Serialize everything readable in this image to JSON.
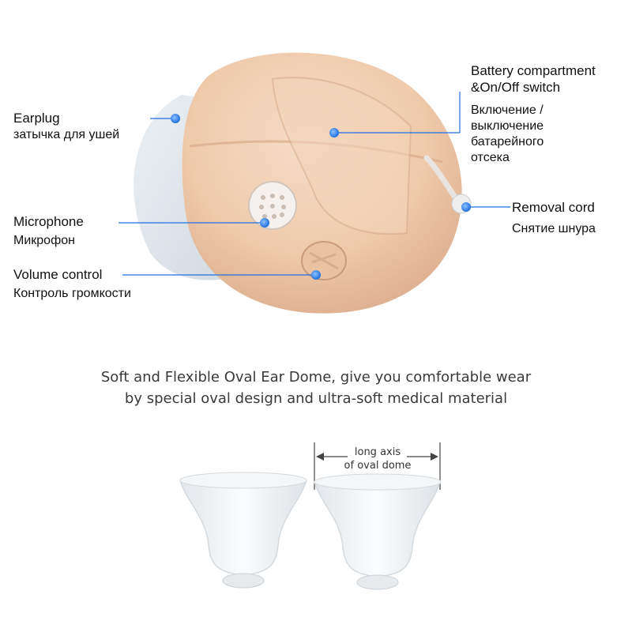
{
  "labels": {
    "battery": {
      "en_line1": "Battery compartment",
      "en_line2": "&On/Off switch",
      "ru_line1": "Включение /",
      "ru_line2": "выключение",
      "ru_line3": "батарейного",
      "ru_line4": "отсека"
    },
    "earplug": {
      "en": "Earplug",
      "ru": "затычка для ушей"
    },
    "microphone": {
      "en": "Microphone",
      "ru": "Микрофон"
    },
    "removal_cord": {
      "en": "Removal cord",
      "ru": "Снятие шнура"
    },
    "volume_control": {
      "en": "Volume control",
      "ru": "Контроль громкости"
    }
  },
  "caption": {
    "line1": "Soft and Flexible Oval Ear Dome, give you comfortable wear",
    "line2": "by special oval design and ultra-soft medical material"
  },
  "dome": {
    "axis_line1": "long axis",
    "axis_line2": "of oval dome"
  },
  "colors": {
    "pointer": "#1e6fe0",
    "shell": "#f1cfb3",
    "dome": "#f4f6f8"
  }
}
